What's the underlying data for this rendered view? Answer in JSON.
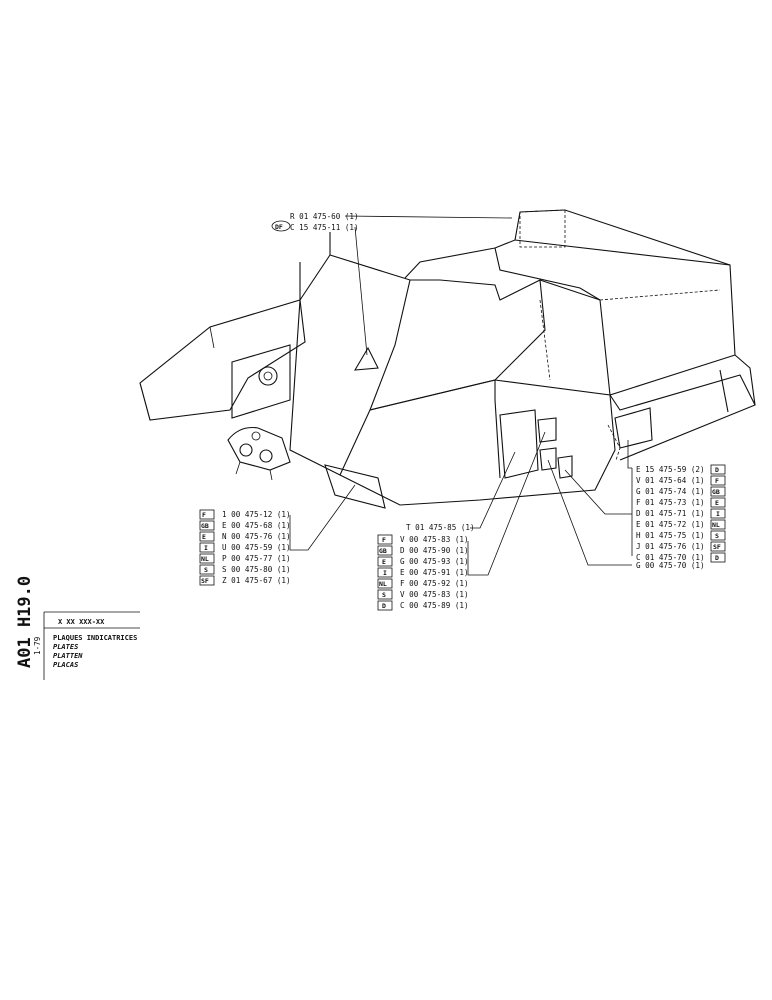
{
  "top_callouts": [
    {
      "text": "R 01 475-60 (1)"
    },
    {
      "text": "C 15 475-11 (1)",
      "tag": "DF"
    }
  ],
  "left_callouts": [
    {
      "tag": "F",
      "text": "1 00 475-12 (1)"
    },
    {
      "tag": "GB",
      "text": "E 00 475-68 (1)"
    },
    {
      "tag": "E",
      "text": "N 00 475-76 (1)"
    },
    {
      "tag": "I",
      "text": "U 00 475-59 (1)"
    },
    {
      "tag": "NL",
      "text": "P 00 475-77 (1)"
    },
    {
      "tag": "S",
      "text": "S 00 475-80 (1)"
    },
    {
      "tag": "SF",
      "text": "Z 01 475-67 (1)"
    }
  ],
  "center_single": "T 01 475-85 (1)",
  "center_callouts": [
    {
      "tag": "F",
      "text": "V 00 475-83 (1)"
    },
    {
      "tag": "GB",
      "text": "D 00 475-90 (1)"
    },
    {
      "tag": "E",
      "text": "G 00 475-93 (1)"
    },
    {
      "tag": "I",
      "text": "E 00 475-91 (1)"
    },
    {
      "tag": "NL",
      "text": "F 00 475-92 (1)"
    },
    {
      "tag": "S",
      "text": "V 00 475-83 (1)"
    },
    {
      "tag": "D",
      "text": "C 00 475-89 (1)"
    }
  ],
  "right_callouts": [
    {
      "text": "E 15 475-59 (2)",
      "tag": "D"
    },
    {
      "text": "V 01 475-64 (1)",
      "tag": "F"
    },
    {
      "text": "G 01 475-74 (1)",
      "tag": "GB"
    },
    {
      "text": "F 01 475-73 (1)",
      "tag": "E"
    },
    {
      "text": "D 01 475-71 (1)",
      "tag": "I"
    },
    {
      "text": "E 01 475-72 (1)",
      "tag": "NL"
    },
    {
      "text": "H 01 475-75 (1)",
      "tag": "S"
    },
    {
      "text": "J 01 475-76 (1)",
      "tag": "SF"
    },
    {
      "text": "C 01 475-70 (1)",
      "tag": "D"
    }
  ],
  "bottom_single": "G 00 475-70 (1)",
  "title_block": {
    "code": "A01 H19.0",
    "date": "1-79",
    "part_number": "X XX XXX-XX",
    "titles": [
      "PLAQUES INDICATRICES",
      "PLATES",
      "PLATTEN",
      "PLACAS"
    ]
  }
}
